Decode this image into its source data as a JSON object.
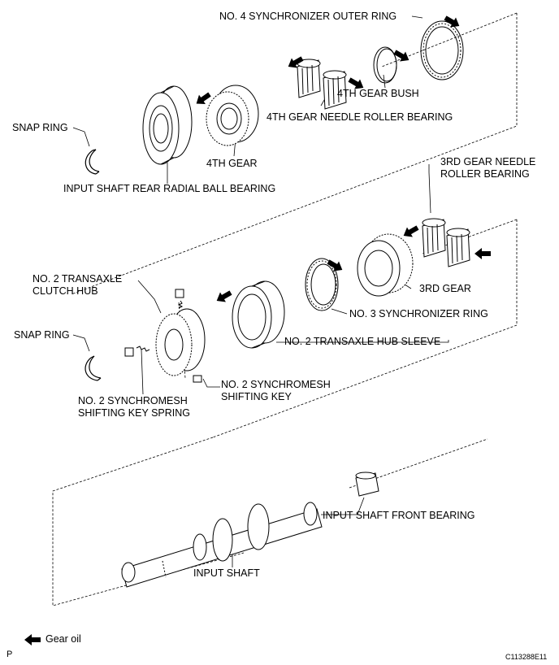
{
  "labels": {
    "sync_outer_ring_4": "NO. 4 SYNCHRONIZER OUTER RING",
    "gear_bush_4th": "4TH GEAR BUSH",
    "needle_bearing_4th": "4TH GEAR NEEDLE ROLLER BEARING",
    "snap_ring_top": "SNAP RING",
    "gear_4th": "4TH GEAR",
    "rear_ball_bearing": "INPUT SHAFT REAR RADIAL BALL BEARING",
    "needle_bearing_3rd_line1": "3RD GEAR NEEDLE",
    "needle_bearing_3rd_line2": "ROLLER BEARING",
    "clutch_hub_line1": "NO. 2 TRANSAXLE",
    "clutch_hub_line2": "CLUTCH HUB",
    "gear_3rd": "3RD GEAR",
    "sync_ring_3": "NO. 3 SYNCHRONIZER RING",
    "snap_ring_mid": "SNAP RING",
    "hub_sleeve_2": "NO. 2 TRANSAXLE HUB SLEEVE",
    "shifting_key_line1": "NO. 2 SYNCHROMESH",
    "shifting_key_line2": "SHIFTING KEY",
    "key_spring_line1": "NO. 2 SYNCHROMESH",
    "key_spring_line2": "SHIFTING KEY SPRING",
    "front_bearing": "INPUT SHAFT FRONT BEARING",
    "input_shaft": "INPUT SHAFT"
  },
  "legend": {
    "gear_oil": "Gear oil"
  },
  "footer": {
    "page_letter": "P",
    "figure_code": "C113288E11"
  },
  "icons": {
    "oil_marker": "gear-oil-arrow-icon"
  },
  "colors": {
    "line": "#000000",
    "background": "#ffffff"
  }
}
